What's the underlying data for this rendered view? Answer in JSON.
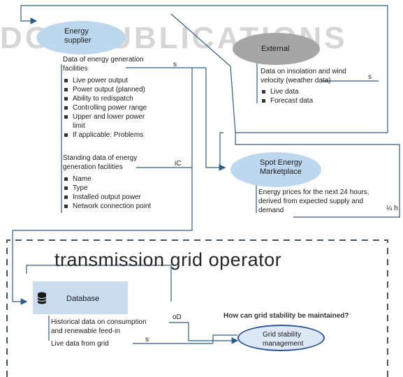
{
  "watermark": {
    "text": "SCITEPRESS   SCIENCE AND TECHNOLOGY PUBLICATIONS",
    "visible": "DGY PUBLICATIONS"
  },
  "colors": {
    "line": "#2b5a8a",
    "dashed": "#44546a",
    "ellipse_blue": "#bdd7ee",
    "ellipse_gray": "#a6a6a6",
    "db_box": "#c9dcf0",
    "grid_ellipse": "#dce8f5",
    "grid_border": "#2f5597"
  },
  "energy_supplier": {
    "title": "Energy\nsupplier",
    "gen_heading": "Data of energy generation\nfacilities",
    "gen_tag": "s",
    "gen_items": [
      "Live power output",
      "Power output (planned)",
      "Ability to redispatch",
      "Controlling power range",
      "Upper and lower power\nlimit",
      "If applicable: Problems"
    ],
    "standing_heading": "Standing data of energy\ngeneration facilities",
    "standing_tag": "iC",
    "standing_items": [
      "Name",
      "Type",
      "Installed output power",
      "Network connection point"
    ]
  },
  "external": {
    "title": "External",
    "heading": "Data on insolation and wind\nvelocity (weather data)",
    "tag": "s",
    "items": [
      "Live data",
      "Forecast data"
    ]
  },
  "spot": {
    "title": "Spot Energy\nMarketplace",
    "text": "Energy prices for the next 24 hours,\nderived from expected supply and\ndemand",
    "tag": "¼ h"
  },
  "tso": {
    "title": "transmission grid operator",
    "database_label": "Database",
    "database_icon": "database-icon",
    "historical": "Historical data on consumption\nand renewable feed-in",
    "historical_tag": "oD",
    "live": "Live data from grid",
    "live_tag": "s",
    "question": "How can grid stability be maintained?",
    "grid_mgmt": "Grid stability\nmanagement"
  }
}
